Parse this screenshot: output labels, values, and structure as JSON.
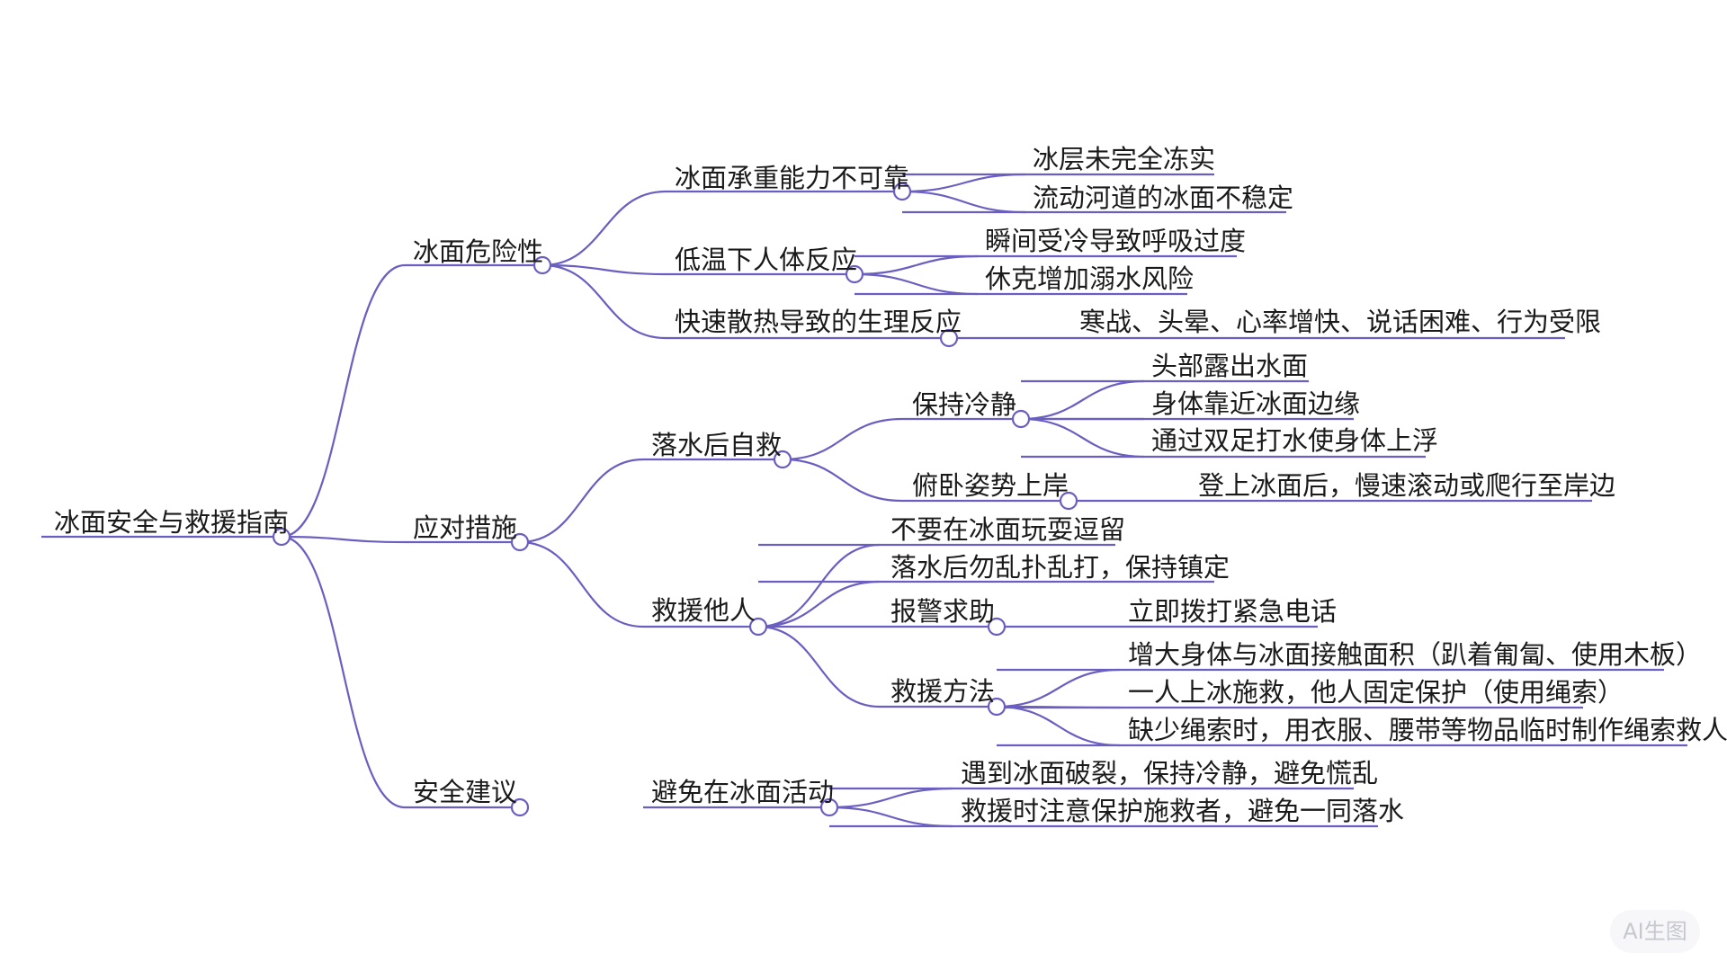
{
  "mindmap": {
    "root": "冰面安全与救援指南",
    "branches": {
      "danger": {
        "label": "冰面危险性",
        "bearing": {
          "label": "冰面承重能力不可靠",
          "leaves": [
            "冰层未完全冻实",
            "流动河道的冰面不稳定"
          ]
        },
        "lowtemp": {
          "label": "低温下人体反应",
          "leaves": [
            "瞬间受冷导致呼吸过度",
            "休克增加溺水风险"
          ]
        },
        "heatloss": {
          "label": "快速散热导致的生理反应",
          "leaves": [
            "寒战、头晕、心率增快、说话困难、行为受限"
          ]
        }
      },
      "response": {
        "label": "应对措施",
        "selfrescue": {
          "label": "落水后自救",
          "calm": {
            "label": "保持冷静",
            "leaves": [
              "头部露出水面",
              "身体靠近冰面边缘",
              "通过双足打水使身体上浮"
            ]
          },
          "prone": {
            "label": "俯卧姿势上岸",
            "leaves": [
              "登上冰面后，慢速滚动或爬行至岸边"
            ]
          }
        },
        "rescue": {
          "label": "救援他人",
          "noplay": "不要在冰面玩耍逗留",
          "nopanic": "落水后勿乱扑乱打，保持镇定",
          "alarm": {
            "label": "报警求助",
            "leaves": [
              "立即拨打紧急电话"
            ]
          },
          "methods": {
            "label": "救援方法",
            "leaves": [
              "增大身体与冰面接触面积（趴着匍匐、使用木板）",
              "一人上冰施救，他人固定保护（使用绳索）",
              "缺少绳索时，用衣服、腰带等物品临时制作绳索救人"
            ]
          }
        }
      },
      "advice": {
        "label": "安全建议",
        "avoid": {
          "label": "避免在冰面活动",
          "leaves": [
            "遇到冰面破裂，保持冷静，避免慌乱",
            "救援时注意保护施救者，避免一同落水"
          ]
        }
      }
    }
  },
  "badge": "AI生图",
  "colors": {
    "line": "#6a5fc1",
    "text": "#1a1a1a",
    "badge_text": "#c6c8d0"
  }
}
